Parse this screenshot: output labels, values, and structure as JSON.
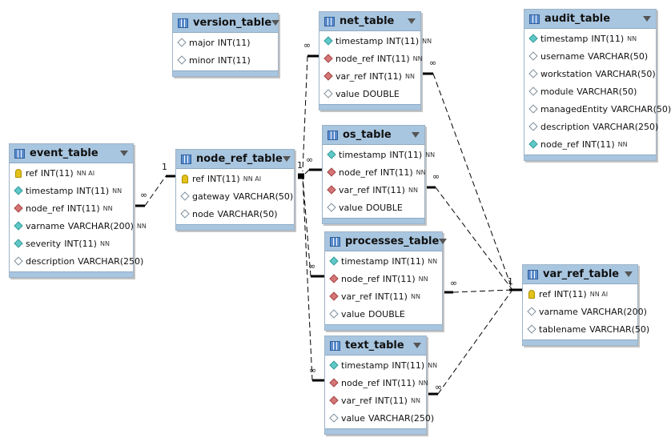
{
  "tables": [
    {
      "key": "event",
      "title": "event_table",
      "columns": [
        {
          "icon": "key",
          "name": "ref",
          "type": "INT(11)",
          "flags": "NN AI"
        },
        {
          "icon": "nn",
          "name": "timestamp",
          "type": "INT(11)",
          "flags": "NN"
        },
        {
          "icon": "fk",
          "name": "node_ref",
          "type": "INT(11)",
          "flags": "NN"
        },
        {
          "icon": "nn",
          "name": "varname",
          "type": "VARCHAR(200)",
          "flags": "NN"
        },
        {
          "icon": "nn",
          "name": "severity",
          "type": "INT(11)",
          "flags": "NN"
        },
        {
          "icon": "null",
          "name": "description",
          "type": "VARCHAR(250)",
          "flags": ""
        }
      ]
    },
    {
      "key": "version",
      "title": "version_table",
      "columns": [
        {
          "icon": "null",
          "name": "major",
          "type": "INT(11)",
          "flags": ""
        },
        {
          "icon": "null",
          "name": "minor",
          "type": "INT(11)",
          "flags": ""
        }
      ]
    },
    {
      "key": "node_ref",
      "title": "node_ref_table",
      "columns": [
        {
          "icon": "key",
          "name": "ref",
          "type": "INT(11)",
          "flags": "NN AI"
        },
        {
          "icon": "null",
          "name": "gateway",
          "type": "VARCHAR(50)",
          "flags": ""
        },
        {
          "icon": "null",
          "name": "node",
          "type": "VARCHAR(50)",
          "flags": ""
        }
      ]
    },
    {
      "key": "net",
      "title": "net_table",
      "columns": [
        {
          "icon": "nn",
          "name": "timestamp",
          "type": "INT(11)",
          "flags": "NN"
        },
        {
          "icon": "fk",
          "name": "node_ref",
          "type": "INT(11)",
          "flags": "NN"
        },
        {
          "icon": "fk",
          "name": "var_ref",
          "type": "INT(11)",
          "flags": "NN"
        },
        {
          "icon": "null",
          "name": "value",
          "type": "DOUBLE",
          "flags": ""
        }
      ]
    },
    {
      "key": "os",
      "title": "os_table",
      "columns": [
        {
          "icon": "nn",
          "name": "timestamp",
          "type": "INT(11)",
          "flags": "NN"
        },
        {
          "icon": "fk",
          "name": "node_ref",
          "type": "INT(11)",
          "flags": "NN"
        },
        {
          "icon": "fk",
          "name": "var_ref",
          "type": "INT(11)",
          "flags": "NN"
        },
        {
          "icon": "null",
          "name": "value",
          "type": "DOUBLE",
          "flags": ""
        }
      ]
    },
    {
      "key": "processes",
      "title": "processes_table",
      "columns": [
        {
          "icon": "nn",
          "name": "timestamp",
          "type": "INT(11)",
          "flags": "NN"
        },
        {
          "icon": "fk",
          "name": "node_ref",
          "type": "INT(11)",
          "flags": "NN"
        },
        {
          "icon": "fk",
          "name": "var_ref",
          "type": "INT(11)",
          "flags": "NN"
        },
        {
          "icon": "null",
          "name": "value",
          "type": "DOUBLE",
          "flags": ""
        }
      ]
    },
    {
      "key": "text",
      "title": "text_table",
      "columns": [
        {
          "icon": "nn",
          "name": "timestamp",
          "type": "INT(11)",
          "flags": "NN"
        },
        {
          "icon": "fk",
          "name": "node_ref",
          "type": "INT(11)",
          "flags": "NN"
        },
        {
          "icon": "fk",
          "name": "var_ref",
          "type": "INT(11)",
          "flags": "NN"
        },
        {
          "icon": "null",
          "name": "value",
          "type": "VARCHAR(250)",
          "flags": ""
        }
      ]
    },
    {
      "key": "audit",
      "title": "audit_table",
      "columns": [
        {
          "icon": "nn",
          "name": "timestamp",
          "type": "INT(11)",
          "flags": "NN"
        },
        {
          "icon": "null",
          "name": "username",
          "type": "VARCHAR(50)",
          "flags": ""
        },
        {
          "icon": "null",
          "name": "workstation",
          "type": "VARCHAR(50)",
          "flags": ""
        },
        {
          "icon": "null",
          "name": "module",
          "type": "VARCHAR(50)",
          "flags": ""
        },
        {
          "icon": "null",
          "name": "managedEntity",
          "type": "VARCHAR(50)",
          "flags": ""
        },
        {
          "icon": "null",
          "name": "description",
          "type": "VARCHAR(250)",
          "flags": ""
        },
        {
          "icon": "nn",
          "name": "node_ref",
          "type": "INT(11)",
          "flags": "NN"
        }
      ]
    },
    {
      "key": "var_ref",
      "title": "var_ref_table",
      "columns": [
        {
          "icon": "key",
          "name": "ref",
          "type": "INT(11)",
          "flags": "NN AI"
        },
        {
          "icon": "null",
          "name": "varname",
          "type": "VARCHAR(200)",
          "flags": ""
        },
        {
          "icon": "null",
          "name": "tablename",
          "type": "VARCHAR(50)",
          "flags": ""
        }
      ]
    }
  ],
  "relationships": [
    {
      "from": "event",
      "to": "node_ref",
      "from_card": "∞",
      "to_card": "1"
    },
    {
      "from": "net",
      "to": "node_ref",
      "from_card": "∞",
      "to_card": "1"
    },
    {
      "from": "os",
      "to": "node_ref",
      "from_card": "∞",
      "to_card": "1"
    },
    {
      "from": "processes",
      "to": "node_ref",
      "from_card": "∞",
      "to_card": "1"
    },
    {
      "from": "text",
      "to": "node_ref",
      "from_card": "∞",
      "to_card": "1"
    },
    {
      "from": "net",
      "to": "var_ref",
      "from_card": "∞",
      "to_card": "1"
    },
    {
      "from": "os",
      "to": "var_ref",
      "from_card": "∞",
      "to_card": "1"
    },
    {
      "from": "processes",
      "to": "var_ref",
      "from_card": "∞",
      "to_card": "1"
    },
    {
      "from": "text",
      "to": "var_ref",
      "from_card": "∞",
      "to_card": "1"
    }
  ],
  "colors": {
    "header": "#a9c6e0",
    "border": "#9db3c8",
    "line": "#000000"
  }
}
